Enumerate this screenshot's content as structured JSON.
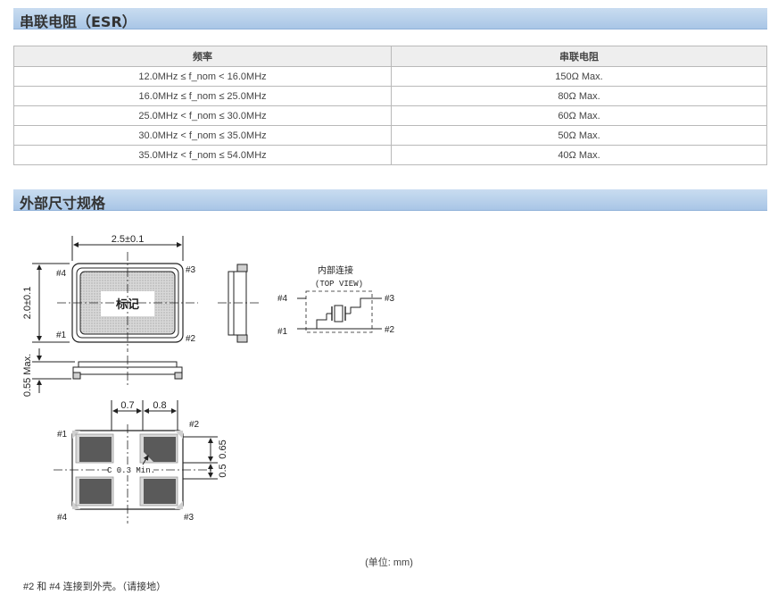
{
  "sections": {
    "esr_title": "串联电阻（ESR）",
    "dimensions_title": "外部尺寸规格"
  },
  "esr_table": {
    "headers": [
      "频率",
      "串联电阻"
    ],
    "rows": [
      [
        "12.0MHz ≤ f_nom < 16.0MHz",
        "150Ω Max."
      ],
      [
        "16.0MHz ≤ f_nom ≤ 25.0MHz",
        "80Ω Max."
      ],
      [
        "25.0MHz < f_nom ≤ 30.0MHz",
        "60Ω Max."
      ],
      [
        "30.0MHz < f_nom ≤ 35.0MHz",
        "50Ω Max."
      ],
      [
        "35.0MHz < f_nom ≤ 54.0MHz",
        "40Ω Max."
      ]
    ]
  },
  "drawing": {
    "width_dim": "2.5±0.1",
    "height_dim": "2.0±0.1",
    "thickness_dim": "0.55 Max.",
    "marking": "标记",
    "pins": [
      "#1",
      "#2",
      "#3",
      "#4"
    ],
    "internal_title": "内部连接",
    "internal_view": "(TOP VIEW)",
    "pad_dim_a": "0.7",
    "pad_dim_b": "0.8",
    "pad_dim_c": "0.65",
    "pad_dim_d": "0.5",
    "chamfer": "C 0.3 Min."
  },
  "unit_note": "(单位: mm)",
  "footer_note": "#2 和 #4 连接到外壳。（请接地）"
}
